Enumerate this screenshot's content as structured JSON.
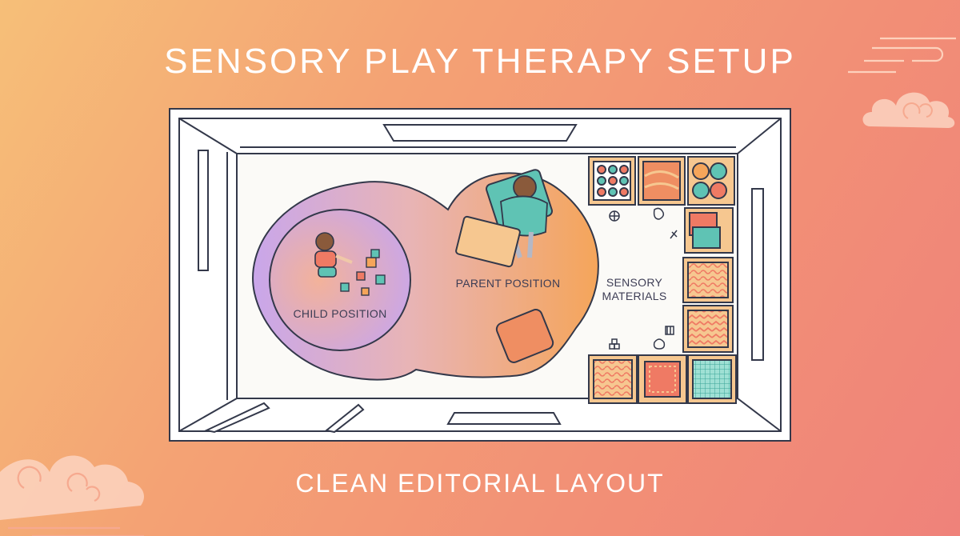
{
  "title": "SENSORY PLAY THERAPY SETUP",
  "subtitle": "CLEAN EDITORIAL LAYOUT",
  "zones": {
    "child": "CHILD POSITION",
    "parent": "PARENT POSITION",
    "sensory_line1": "SENSORY",
    "sensory_line2": "MATERIALS"
  },
  "colors": {
    "background_start": "#f6bf78",
    "background_end": "#ef827a",
    "zone_purple": "#c9a6ea",
    "zone_orange": "#f5a55a",
    "teal": "#5fc3b4",
    "coral": "#ef7a64",
    "outline": "#33384a"
  },
  "icons": [
    "cloud-icon",
    "child-figure-icon",
    "parent-figure-icon",
    "cushion-icon",
    "sensory-bin-icon",
    "toy-blocks-icon"
  ]
}
